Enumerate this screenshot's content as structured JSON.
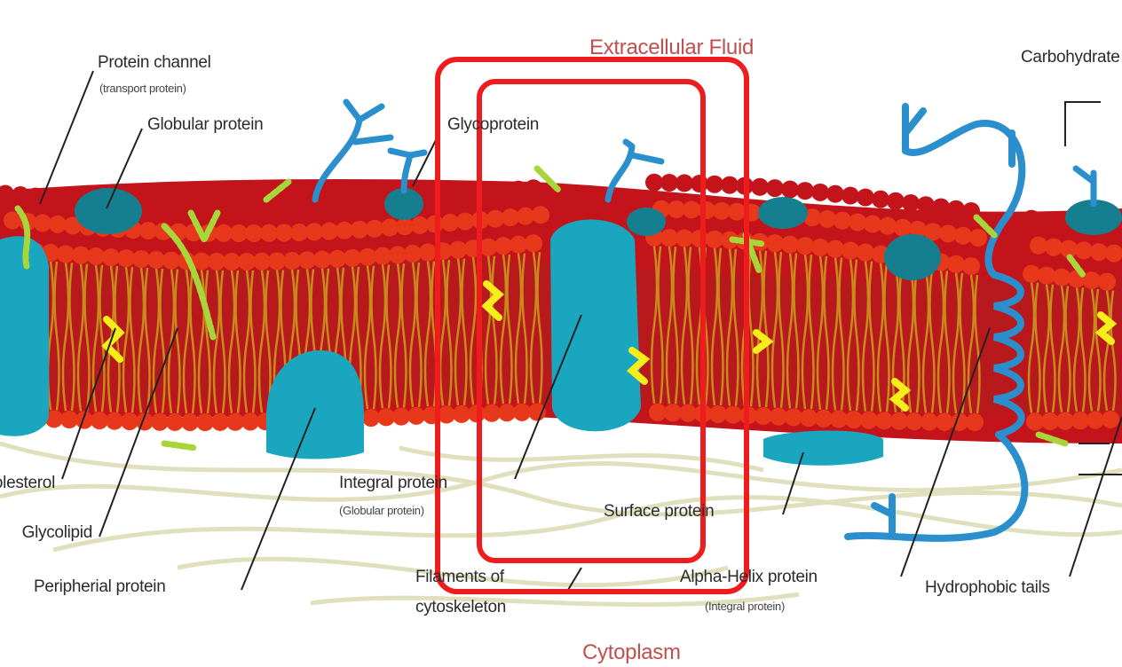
{
  "regions": {
    "top": "Extracellular Fluid",
    "bottom": "Cytoplasm"
  },
  "labels": {
    "protein_channel": "Protein channel",
    "protein_channel_sub": "(transport protein)",
    "globular_protein": "Globular protein",
    "glycoprotein": "Glycoprotein",
    "carbohydrate": "Carbohydrate",
    "cholesterol": "Cholesterol",
    "glycolipid": "Glycolipid",
    "peripheral_protein": "Peripherial protein",
    "integral_protein": "Integral protein",
    "integral_protein_sub": "(Globular protein)",
    "surface_protein": "Surface protein",
    "filaments": "Filaments of",
    "filaments2": "cytoskeleton",
    "alpha_helix": "Alpha-Helix protein",
    "alpha_helix_sub": "(Integral protein)",
    "hydrophobic_tails": "Hydrophobic tails"
  },
  "colors": {
    "head_outer": "#c4141b",
    "head_inner": "#e8381c",
    "tails": "#c98a1c",
    "protein": "#1aa6bf",
    "protein_dark": "#167f8f",
    "glyco_chain": "#2a8fcc",
    "glycolipid": "#a6d63a",
    "cholesterol": "#f5ee1a",
    "filament": "#ddddb8",
    "highlight": "#ee1c1c",
    "region_text": "#c0504d",
    "leader": "#222222"
  }
}
